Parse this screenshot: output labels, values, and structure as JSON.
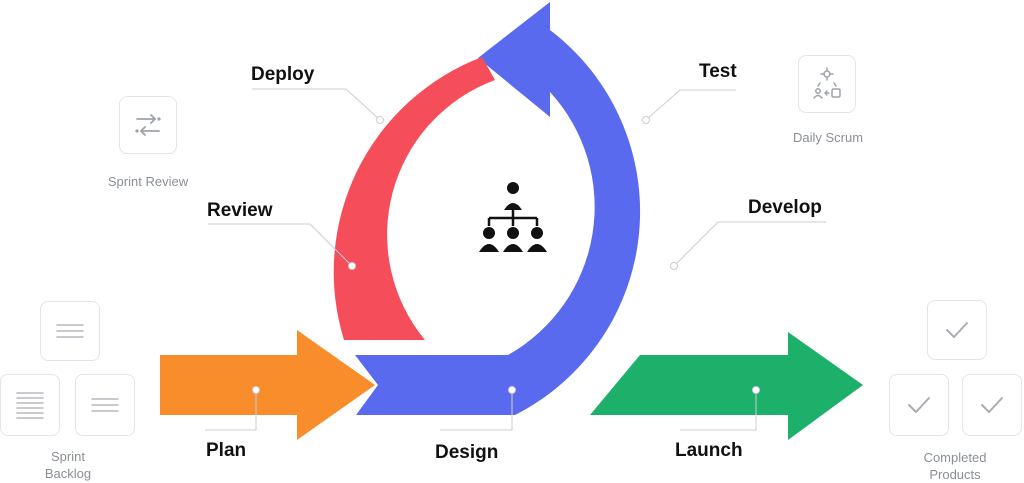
{
  "stages": {
    "plan": "Plan",
    "design": "Design",
    "develop": "Develop",
    "test": "Test",
    "deploy": "Deploy",
    "review": "Review",
    "launch": "Launch"
  },
  "side_items": {
    "sprint_review": "Sprint Review",
    "daily_scrum": "Daily Scrum",
    "sprint_backlog_line1": "Sprint",
    "sprint_backlog_line2": "Backlog",
    "completed_line1": "Completed",
    "completed_line2": "Products"
  },
  "colors": {
    "plan": "#f98d2b",
    "cycle_blue": "#5a6aee",
    "cycle_red": "#f54d5a",
    "launch": "#1db06a"
  },
  "icons": {
    "center": "team-hierarchy-icon",
    "sprint_review": "arrows-exchange-icon",
    "daily_scrum": "scrum-meeting-icon",
    "backlog": "document-lines-icon",
    "completed": "checkmark-icon"
  }
}
